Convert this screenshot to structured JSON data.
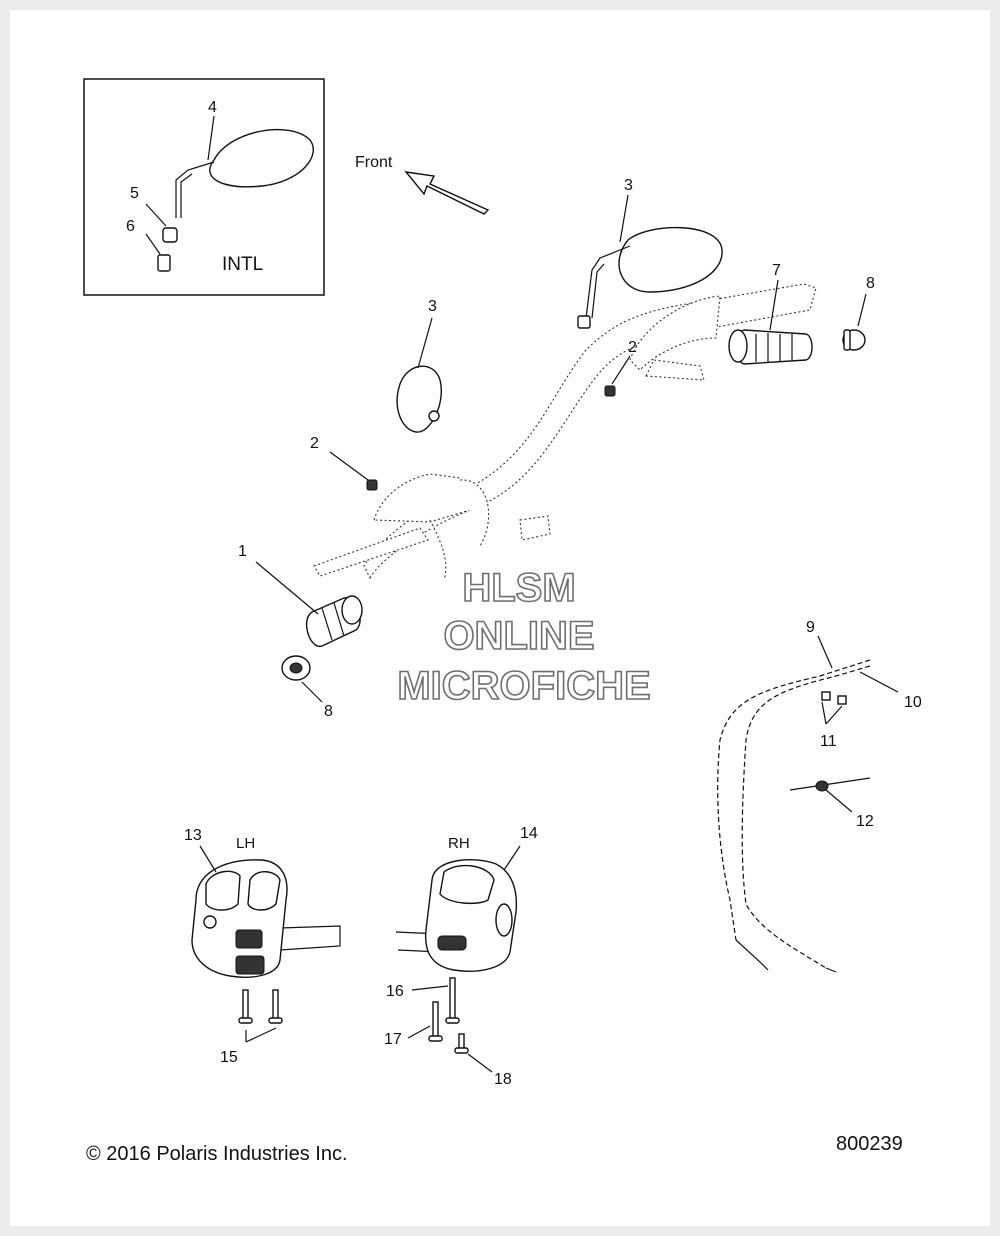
{
  "labels": {
    "front": "Front",
    "intl": "INTL",
    "lh": "LH",
    "rh": "RH"
  },
  "callouts": [
    "1",
    "2",
    "2",
    "3",
    "3",
    "4",
    "5",
    "6",
    "7",
    "8",
    "8",
    "9",
    "10",
    "11",
    "12",
    "13",
    "14",
    "15",
    "16",
    "17",
    "18"
  ],
  "watermark": {
    "line1": "HLSM",
    "line2": "ONLINE",
    "line3": "MICROFICHE"
  },
  "footer": {
    "copyright": "© 2016 Polaris Industries Inc.",
    "diagram_number": "800239"
  }
}
